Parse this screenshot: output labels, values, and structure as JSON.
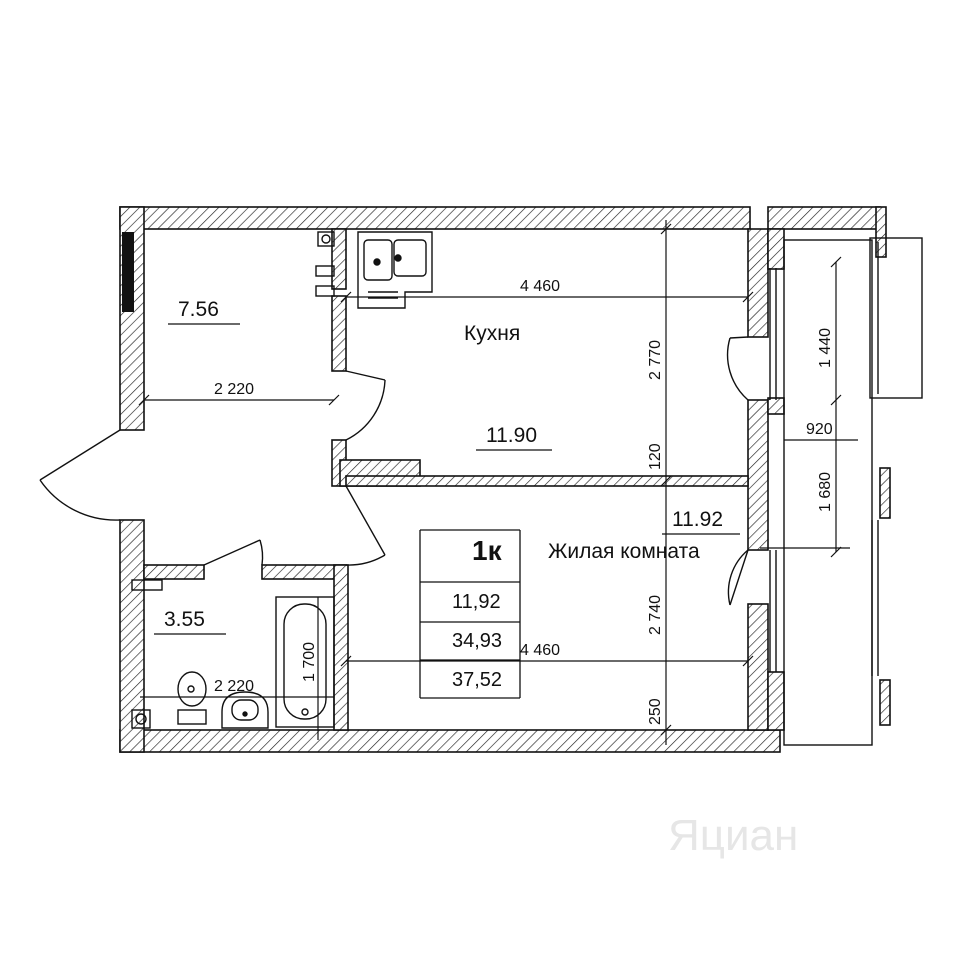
{
  "plan": {
    "rooms": {
      "kitchen": {
        "name": "Кухня",
        "area": "11.90"
      },
      "living": {
        "name": "Жилая комната",
        "area": "11.92"
      },
      "hall": {
        "area": "7.56"
      },
      "bathroom": {
        "area": "3.55"
      }
    },
    "dimensions": {
      "kitchen_width": "4 460",
      "kitchen_depth": "2 770",
      "partition": "120",
      "living_depth": "2 740",
      "outer_wall": "250",
      "living_width": "4 460",
      "hall_width": "2 220",
      "bath_width": "2 220",
      "bathtub_length": "1 700",
      "balcony_top": "1 440",
      "balcony_depth": "920",
      "balcony_bottom": "1 680"
    },
    "summary_table": {
      "title": "1к",
      "living_area": "11,92",
      "total_area": "34,93",
      "total_with_balcony": "37,52"
    },
    "watermark": "Яциан"
  }
}
